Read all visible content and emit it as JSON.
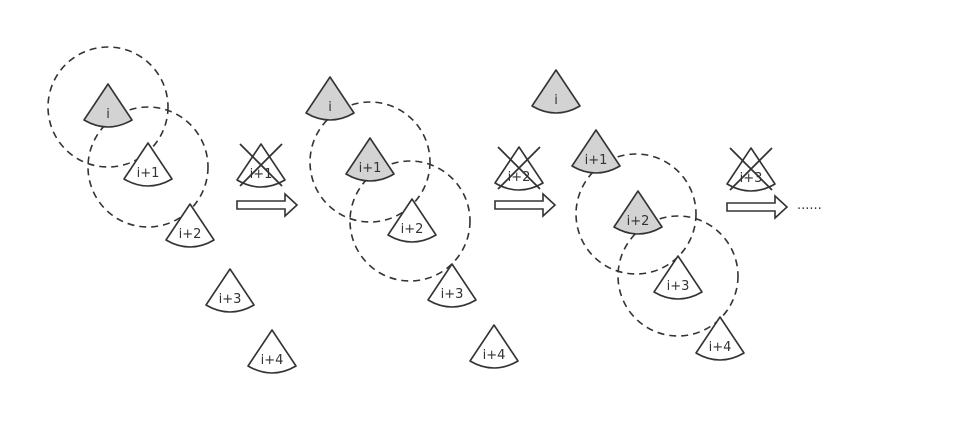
{
  "colors": {
    "stroke": "#333333",
    "active_fill": "#d3d3d3",
    "inactive_fill": "#ffffff",
    "background": "#ffffff"
  },
  "stages": [
    {
      "sectors": [
        {
          "label": "i",
          "active": true
        },
        {
          "label": "i+1",
          "active": false
        },
        {
          "label": "i+2",
          "active": false
        },
        {
          "label": "i+3",
          "active": false
        },
        {
          "label": "i+4",
          "active": false
        }
      ],
      "removed_label": "i+1"
    },
    {
      "sectors": [
        {
          "label": "i",
          "active": true
        },
        {
          "label": "i+1",
          "active": true
        },
        {
          "label": "i+2",
          "active": false
        },
        {
          "label": "i+3",
          "active": false
        },
        {
          "label": "i+4",
          "active": false
        }
      ],
      "removed_label": "i+2"
    },
    {
      "sectors": [
        {
          "label": "i",
          "active": true
        },
        {
          "label": "i+1",
          "active": true
        },
        {
          "label": "i+2",
          "active": true
        },
        {
          "label": "i+3",
          "active": false
        },
        {
          "label": "i+4",
          "active": false
        }
      ],
      "removed_label": "i+3"
    }
  ],
  "ellipsis": "......"
}
